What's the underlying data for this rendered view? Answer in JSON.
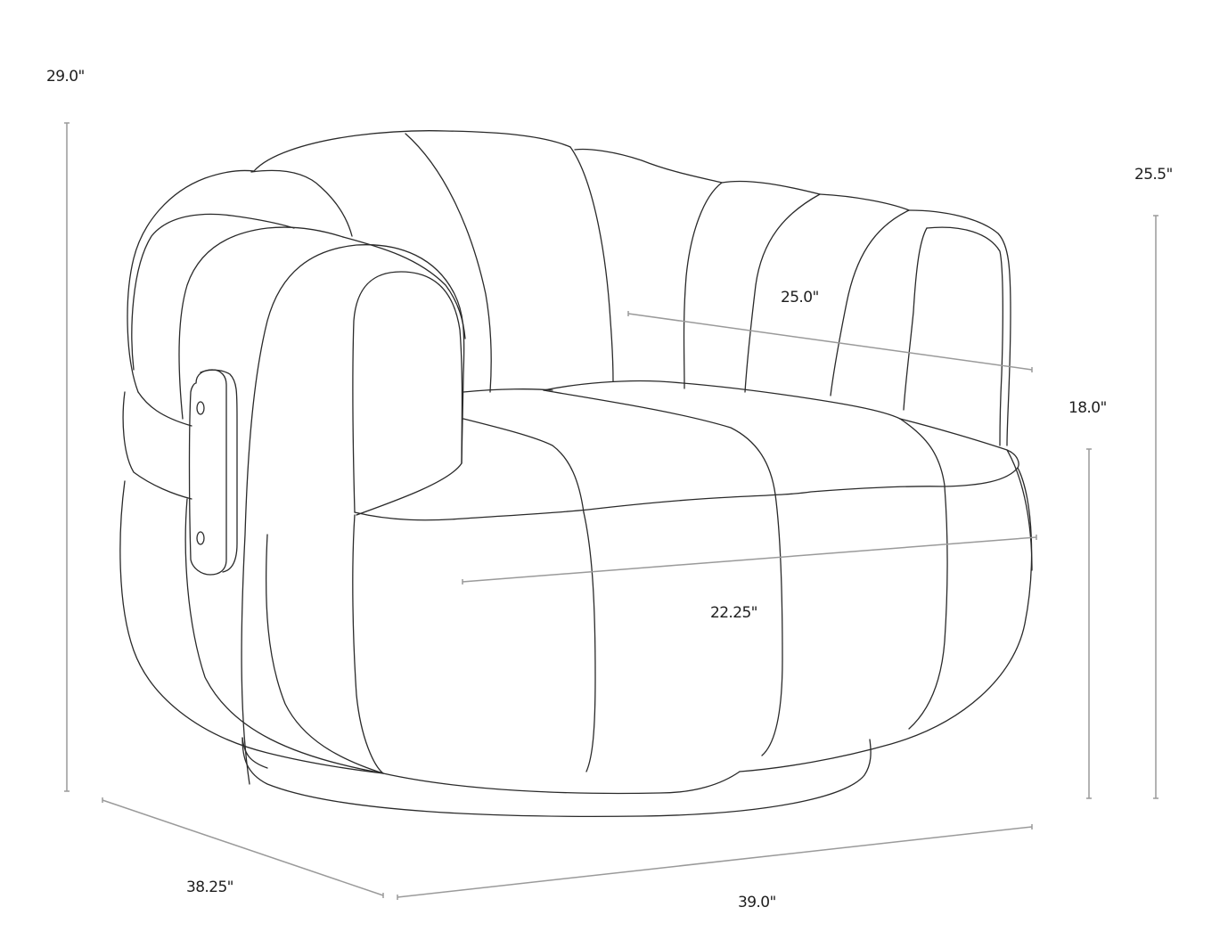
{
  "drawing": {
    "subject": "Channel-tufted swivel lounge chair (line drawing with dimensions)",
    "line_color": "#2a2a2a",
    "dimension_line_color": "#9a9a9a",
    "background": "#ffffff"
  },
  "dimensions": {
    "overall_height": {
      "label": "29.0\"",
      "value": 29.0,
      "unit": "in"
    },
    "arm_height": {
      "label": "25.5\"",
      "value": 25.5,
      "unit": "in"
    },
    "seat_height": {
      "label": "18.0\"",
      "value": 18.0,
      "unit": "in"
    },
    "inner_width_back": {
      "label": "25.0\"",
      "value": 25.0,
      "unit": "in"
    },
    "seat_depth": {
      "label": "22.25\"",
      "value": 22.25,
      "unit": "in"
    },
    "overall_depth": {
      "label": "38.25\"",
      "value": 38.25,
      "unit": "in"
    },
    "overall_width": {
      "label": "39.0\"",
      "value": 39.0,
      "unit": "in"
    }
  }
}
